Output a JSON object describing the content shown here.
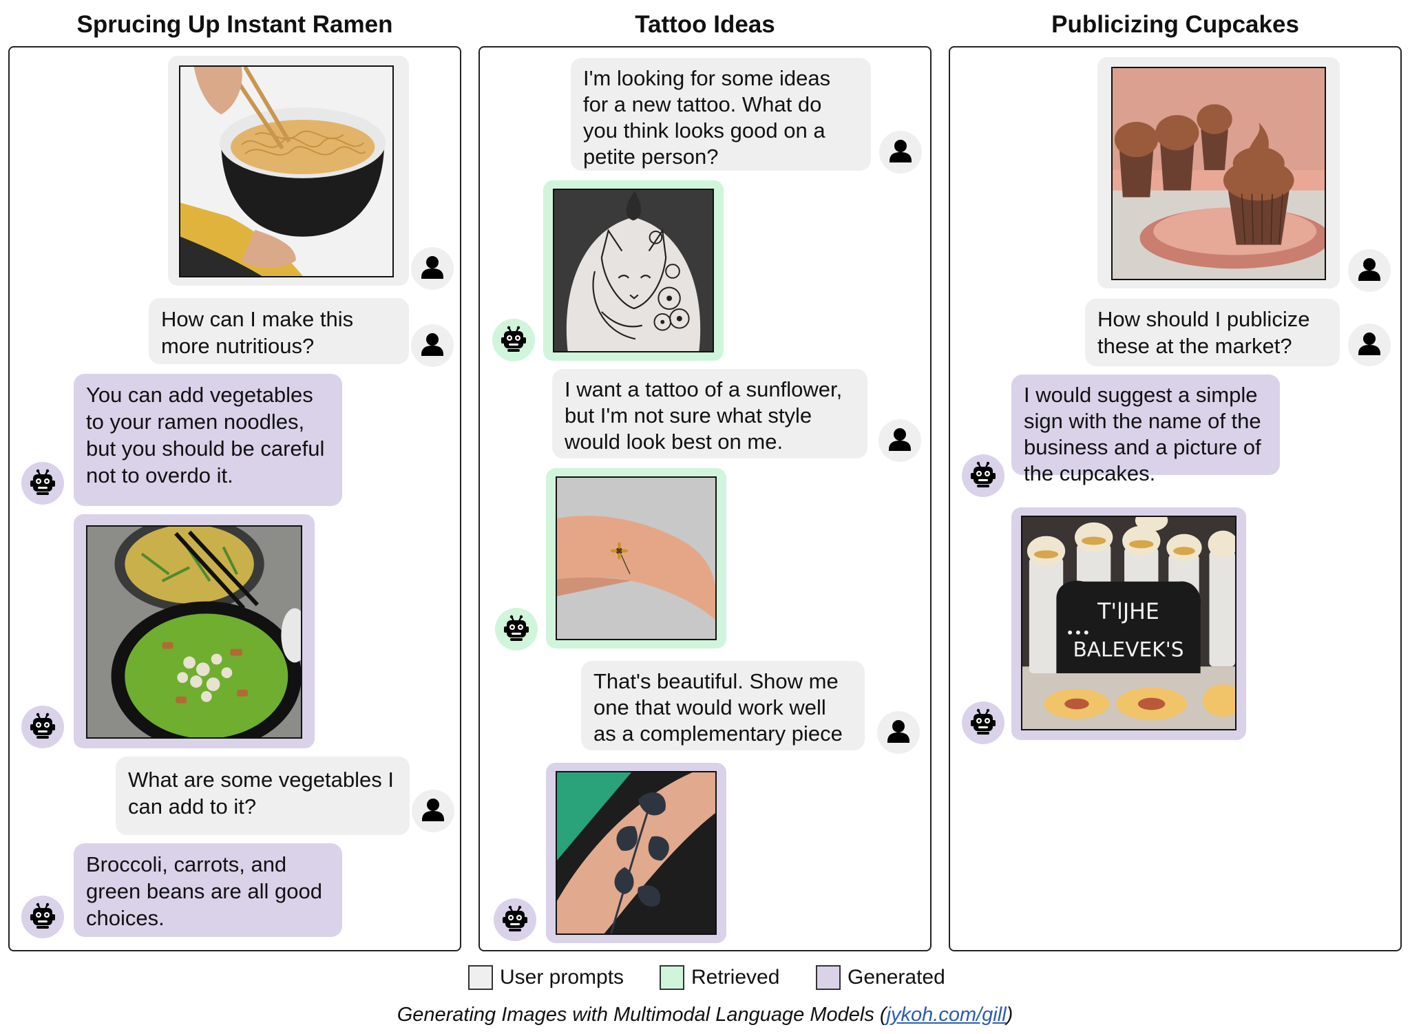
{
  "columns": [
    {
      "title": "Sprucing Up Instant Ramen"
    },
    {
      "title": "Tattoo Ideas"
    },
    {
      "title": "Publicizing Cupcakes"
    }
  ],
  "ramen": {
    "msg1": "How can I make this more nutritious?",
    "msg2": "You can add vegetables to your ramen noodles, but you should be careful not to overdo it.",
    "msg3": "What are some vegetables I can add to it?",
    "msg4": "Broccoli, carrots, and green beans are all good choices."
  },
  "tattoo": {
    "msg1": "I'm looking for some ideas for a new tattoo. What do you think looks good on a petite person?",
    "msg2": "I want a tattoo of a sunflower, but I'm not sure what style would look best on me.",
    "msg3": "That's beautiful. Show me one that would work well as a complementary piece"
  },
  "cupcakes": {
    "msg1": "How should I publicize these at the market?",
    "msg2": "I would suggest a simple sign with the name of the business and a picture of the cupcakes.",
    "sign_text1": "T'lJHE",
    "sign_text2": "BALEVEK'S"
  },
  "legend": [
    {
      "label": "User prompts",
      "color": "#efefef"
    },
    {
      "label": "Retrieved",
      "color": "#d0f5db"
    },
    {
      "label": "Generated",
      "color": "#d9d2e9"
    }
  ],
  "caption": {
    "text": "Generating Images with Multimodal Language Models (",
    "link": "jykoh.com/gill",
    "close": ")"
  },
  "colors": {
    "user": "#efefef",
    "retrieved": "#d0f5db",
    "generated": "#d9d2e9"
  },
  "icons": {
    "user": "person-icon",
    "bot": "robot-icon"
  }
}
